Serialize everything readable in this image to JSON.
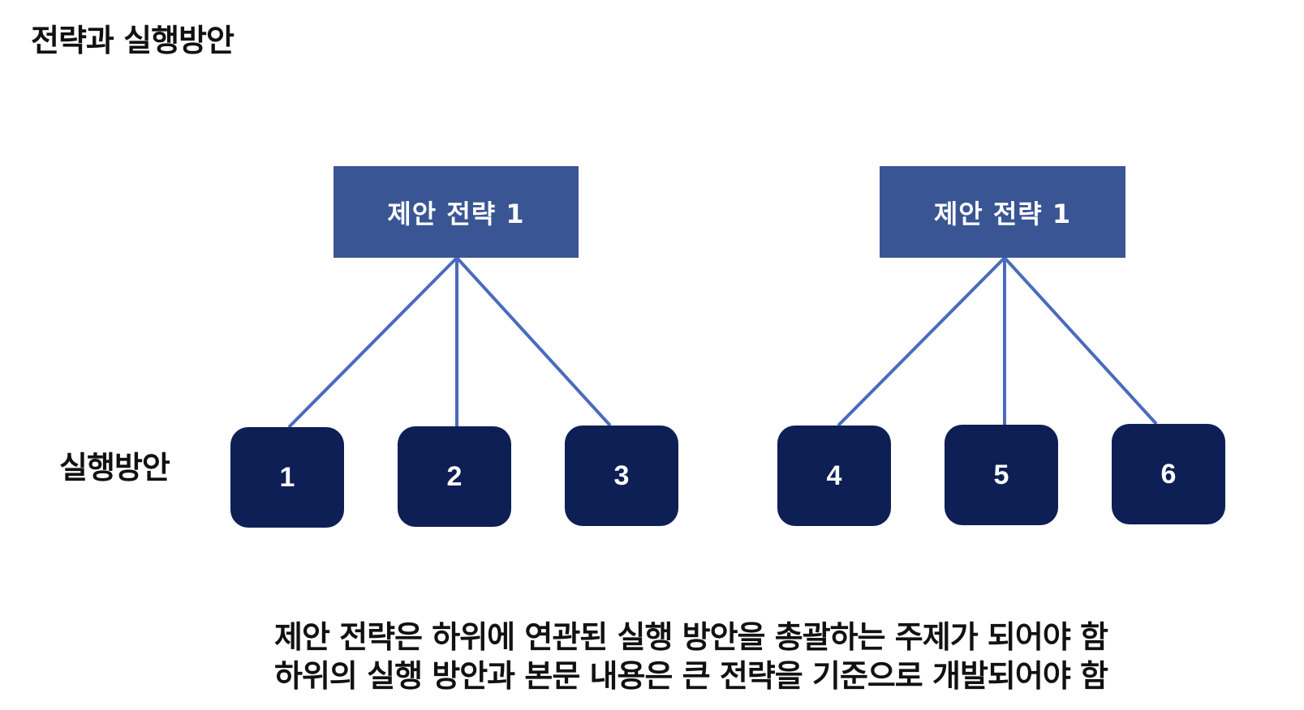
{
  "title": "전략과 실행방안",
  "row_label": "실행방안",
  "strategies": [
    {
      "label": "제안 전략 1",
      "actions": [
        "1",
        "2",
        "3"
      ]
    },
    {
      "label": "제안 전략 1",
      "actions": [
        "4",
        "5",
        "6"
      ]
    }
  ],
  "captions": [
    "제안 전략은 하위에 연관된 실행 방안을 총괄하는 주제가 되어야 함",
    "하위의 실행 방안과 본문 내용은 큰 전략을 기준으로 개발되어야 함"
  ],
  "colors": {
    "strategy_box": "#3a5594",
    "action_box": "#0e1f55",
    "connector": "#4a6bbd"
  }
}
